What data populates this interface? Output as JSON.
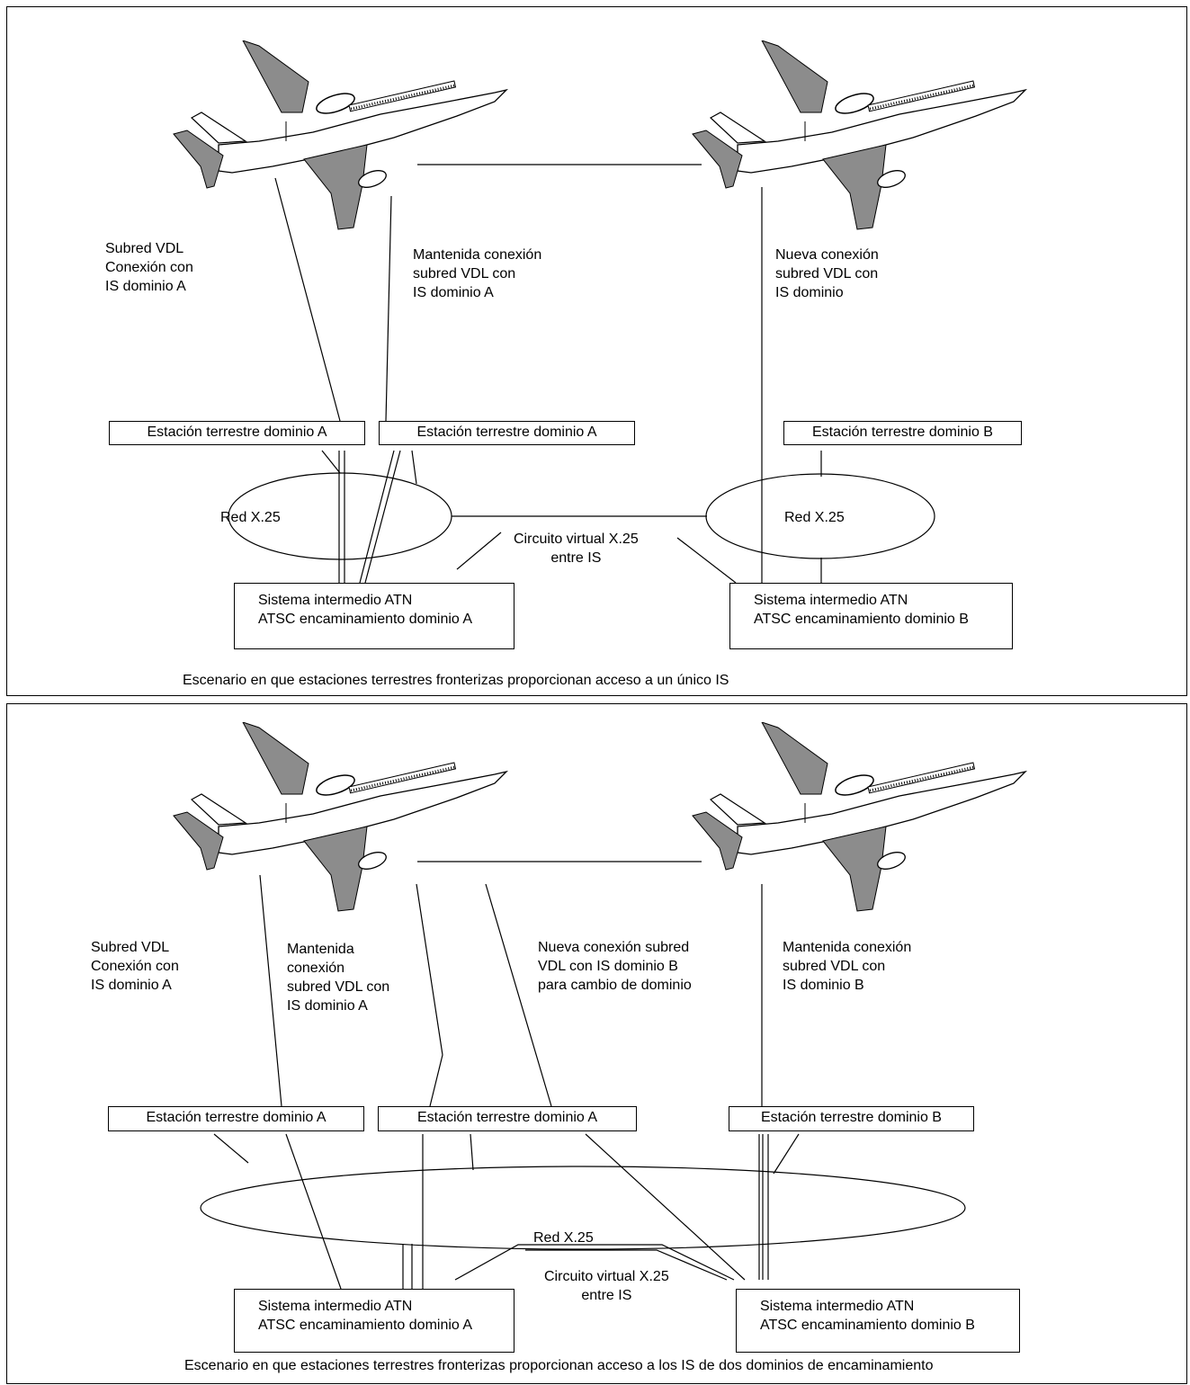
{
  "top": {
    "caption": "Escenario en que estaciones terrestres fronterizas proporcionan acceso a un único IS",
    "left_label": [
      "Subred VDL",
      "Conexión con",
      "IS dominio A"
    ],
    "mid_label": [
      "Mantenida conexión",
      "subred VDL con",
      "IS dominio A"
    ],
    "right_label": [
      "Nueva conexión",
      "subred VDL con",
      "IS dominio"
    ],
    "station_a1": "Estación terrestre dominio A",
    "station_a2": "Estación terrestre dominio A",
    "station_b": "Estación terrestre dominio B",
    "net_left": "Red X.25",
    "net_right": "Red  X.25",
    "vc_label": [
      "Circuito virtual X.25",
      "entre IS"
    ],
    "is_a": [
      "Sistema intermedio ATN",
      "ATSC encaminamiento dominio A"
    ],
    "is_b": [
      "Sistema intermedio ATN",
      "ATSC encaminamiento dominio B"
    ]
  },
  "bottom": {
    "caption": "Escenario en que estaciones terrestres fronterizas proporcionan acceso a los IS de dos dominios de encaminamiento",
    "label1": [
      "Subred VDL",
      "Conexión con",
      "IS dominio A"
    ],
    "label2": [
      "Mantenida",
      "conexión",
      "subred VDL con",
      "IS dominio A"
    ],
    "label3": [
      "Nueva conexión subred",
      "VDL con IS dominio B",
      "para cambio de dominio"
    ],
    "label4": [
      "Mantenida  conexión",
      "subred VDL con",
      "IS dominio B"
    ],
    "station_a1": "Estación terrestre dominio A",
    "station_a2": "Estación terrestre dominio A",
    "station_b": "Estación terrestre dominio B",
    "net": "Red X.25",
    "vc_label": [
      "Circuito virtual X.25",
      "entre IS"
    ],
    "is_a": [
      "Sistema intermedio ATN",
      "ATSC encaminamiento dominio A"
    ],
    "is_b": [
      "Sistema intermedio ATN",
      "ATSC encaminamiento dominio B"
    ]
  },
  "colors": {
    "wing_fill": "#8c8c8c",
    "line": "#000000",
    "background": "#ffffff"
  },
  "icons": [
    "airplane-icon"
  ]
}
